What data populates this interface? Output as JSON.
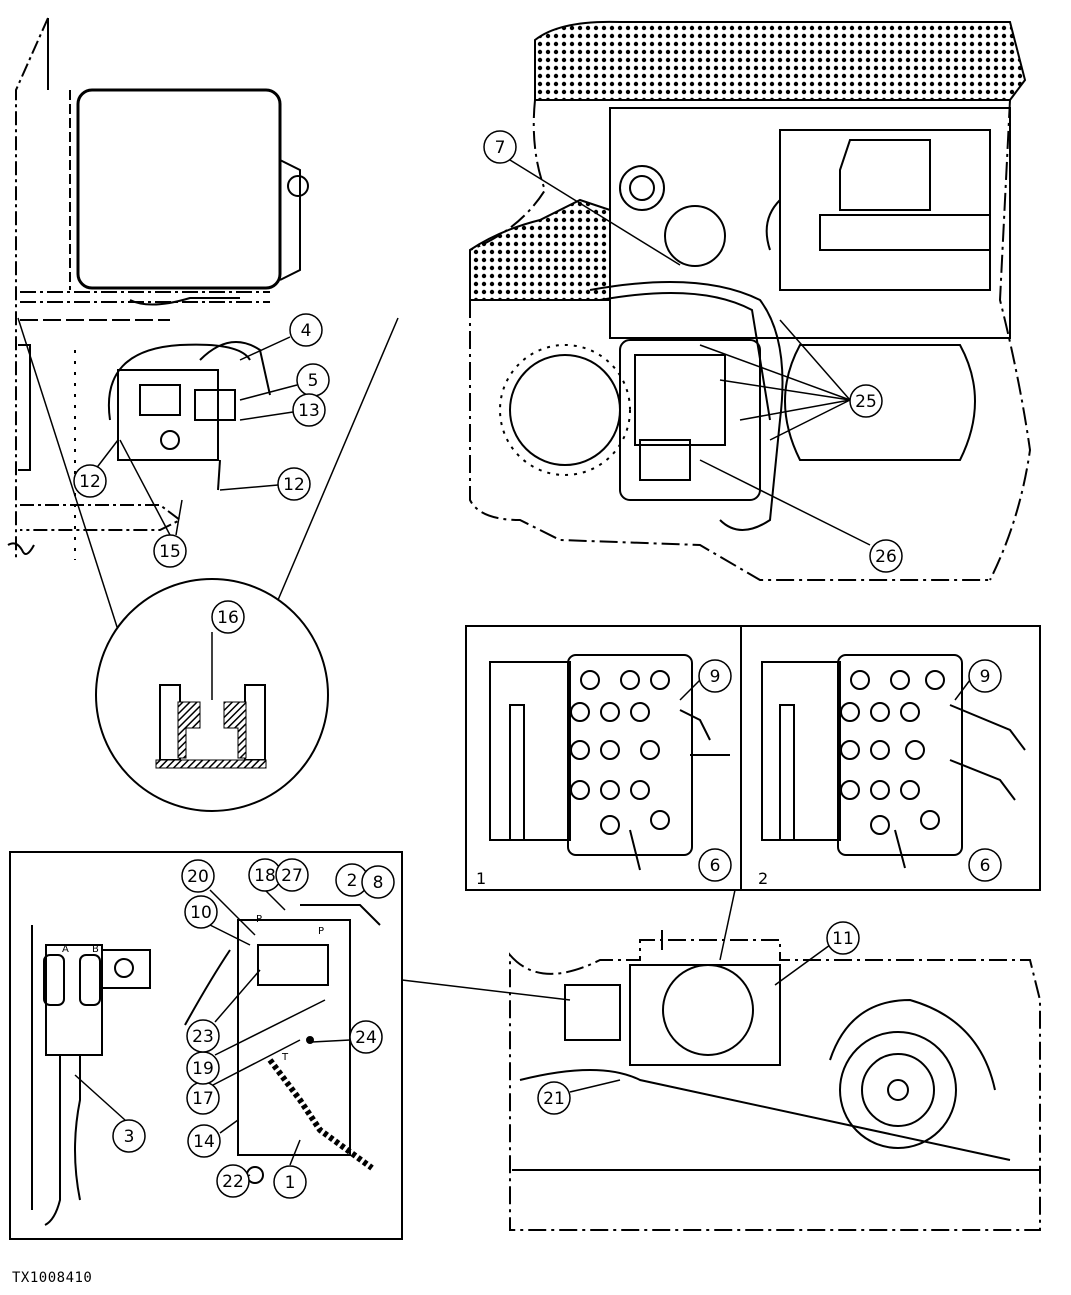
{
  "figure_id": "TX1008410",
  "callouts": [
    "1",
    "2",
    "3",
    "4",
    "5",
    "6",
    "7",
    "8",
    "9",
    "10",
    "11",
    "12",
    "13",
    "14",
    "15",
    "16",
    "17",
    "18",
    "19",
    "20",
    "21",
    "22",
    "23",
    "24",
    "25",
    "26",
    "27"
  ],
  "panel_labels": {
    "left": "1",
    "right": "2"
  },
  "port_labels": {
    "a": "A",
    "b": "B",
    "p": "P",
    "t": "T"
  },
  "colors": {
    "line": "#000000",
    "background": "#ffffff",
    "hatch": "#222222"
  }
}
